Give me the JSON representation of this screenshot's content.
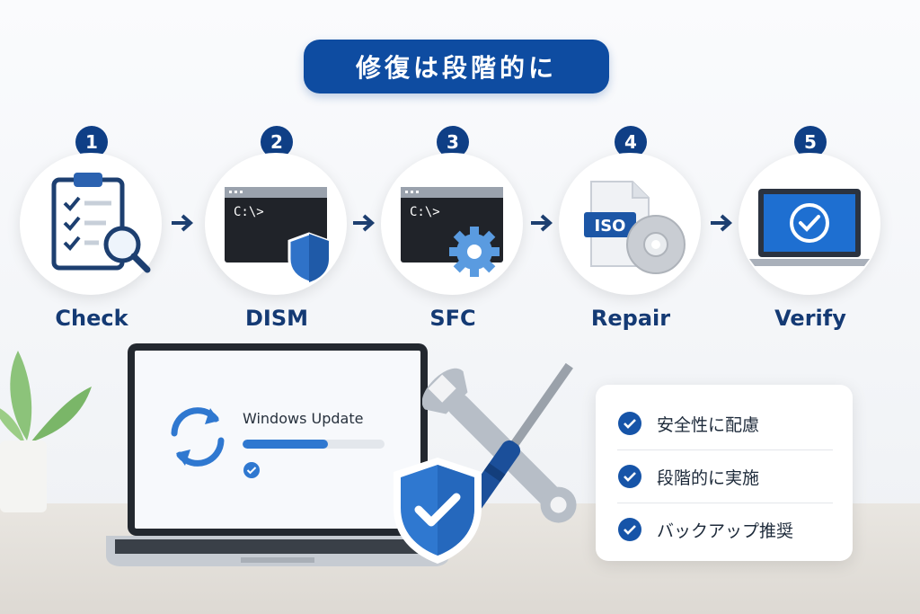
{
  "title": "修復は段階的に",
  "steps": [
    {
      "number": "1",
      "label": "Check",
      "icon": "clipboard-search-icon"
    },
    {
      "number": "2",
      "label": "DISM",
      "icon": "terminal-shield-icon",
      "prompt": "C:\\>"
    },
    {
      "number": "3",
      "label": "SFC",
      "icon": "terminal-gear-icon",
      "prompt": "C:\\>"
    },
    {
      "number": "4",
      "label": "Repair",
      "icon": "iso-disc-icon",
      "badge": "ISO"
    },
    {
      "number": "5",
      "label": "Verify",
      "icon": "laptop-check-icon"
    }
  ],
  "laptop": {
    "update_title": "Windows Update",
    "progress": 0.6
  },
  "checklist": [
    {
      "text": "安全性に配慮"
    },
    {
      "text": "段階的に実施"
    },
    {
      "text": "バックアップ推奨"
    }
  ],
  "colors": {
    "primary": "#0e4ca1",
    "dark_blue": "#0f3f86",
    "accent": "#3a86d8",
    "label": "#143a74"
  }
}
